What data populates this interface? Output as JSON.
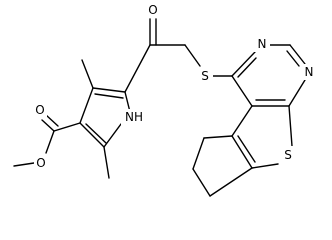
{
  "molecule": {
    "atoms": {
      "carbonyl_oxygen": "O",
      "thioether_sulfur": "S",
      "pyrimidine_nitrogen_top": "N",
      "pyrimidine_nitrogen_right": "N",
      "pyrrole_nitrogen": "NH",
      "thiophene_sulfur": "S",
      "ester_carbonyl_oxygen": "O",
      "ester_ether_oxygen": "O"
    },
    "colors": {
      "bond": "#000000",
      "background": "#ffffff",
      "text": "#000000"
    }
  }
}
